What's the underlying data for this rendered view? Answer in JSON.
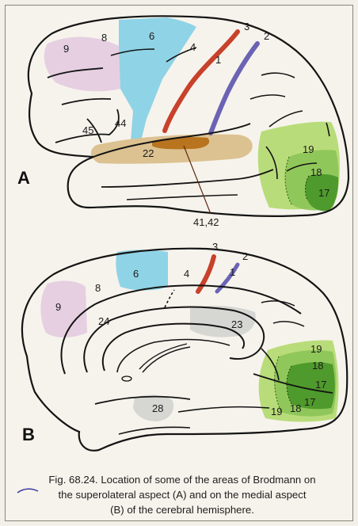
{
  "lateral": {
    "panel_label": "A",
    "areas": {
      "a9": "9",
      "a8": "8",
      "a6": "6",
      "a4": "4",
      "a3": "3",
      "a2": "2",
      "a1": "1",
      "a44": "44",
      "a45": "45",
      "a22": "22",
      "a19": "19",
      "a18": "18",
      "a17": "17",
      "a4142": "41,42"
    }
  },
  "medial": {
    "panel_label": "B",
    "areas": {
      "a3": "3",
      "a2": "2",
      "a1": "1",
      "a6": "6",
      "a4": "4",
      "a8": "8",
      "a9": "9",
      "a24": "24",
      "a23": "23",
      "a19a": "19",
      "a18a": "18",
      "a17a": "17",
      "a28": "28",
      "a19b": "19",
      "a18b": "18",
      "a17b": "17"
    }
  },
  "caption": {
    "line1": "Fig. 68.24. Location of some of the areas of Brodmann on",
    "line2": "the superolateral aspect (A) and on the medial aspect",
    "line3": "(B) of the cerebral hemisphere."
  },
  "colors": {
    "area_9_8": "#e2c8df",
    "area_6": "#8fd3e6",
    "area_4_red": "#c8412b",
    "area_1_2_blue": "#6b63b4",
    "area_22": "#dcc291",
    "area_41_42": "#b8741e",
    "area_19": "#b9dc7a",
    "area_18": "#8cc457",
    "area_17": "#4f9a2c",
    "area_23_28": "#d6d6d2",
    "outline": "#141414"
  }
}
